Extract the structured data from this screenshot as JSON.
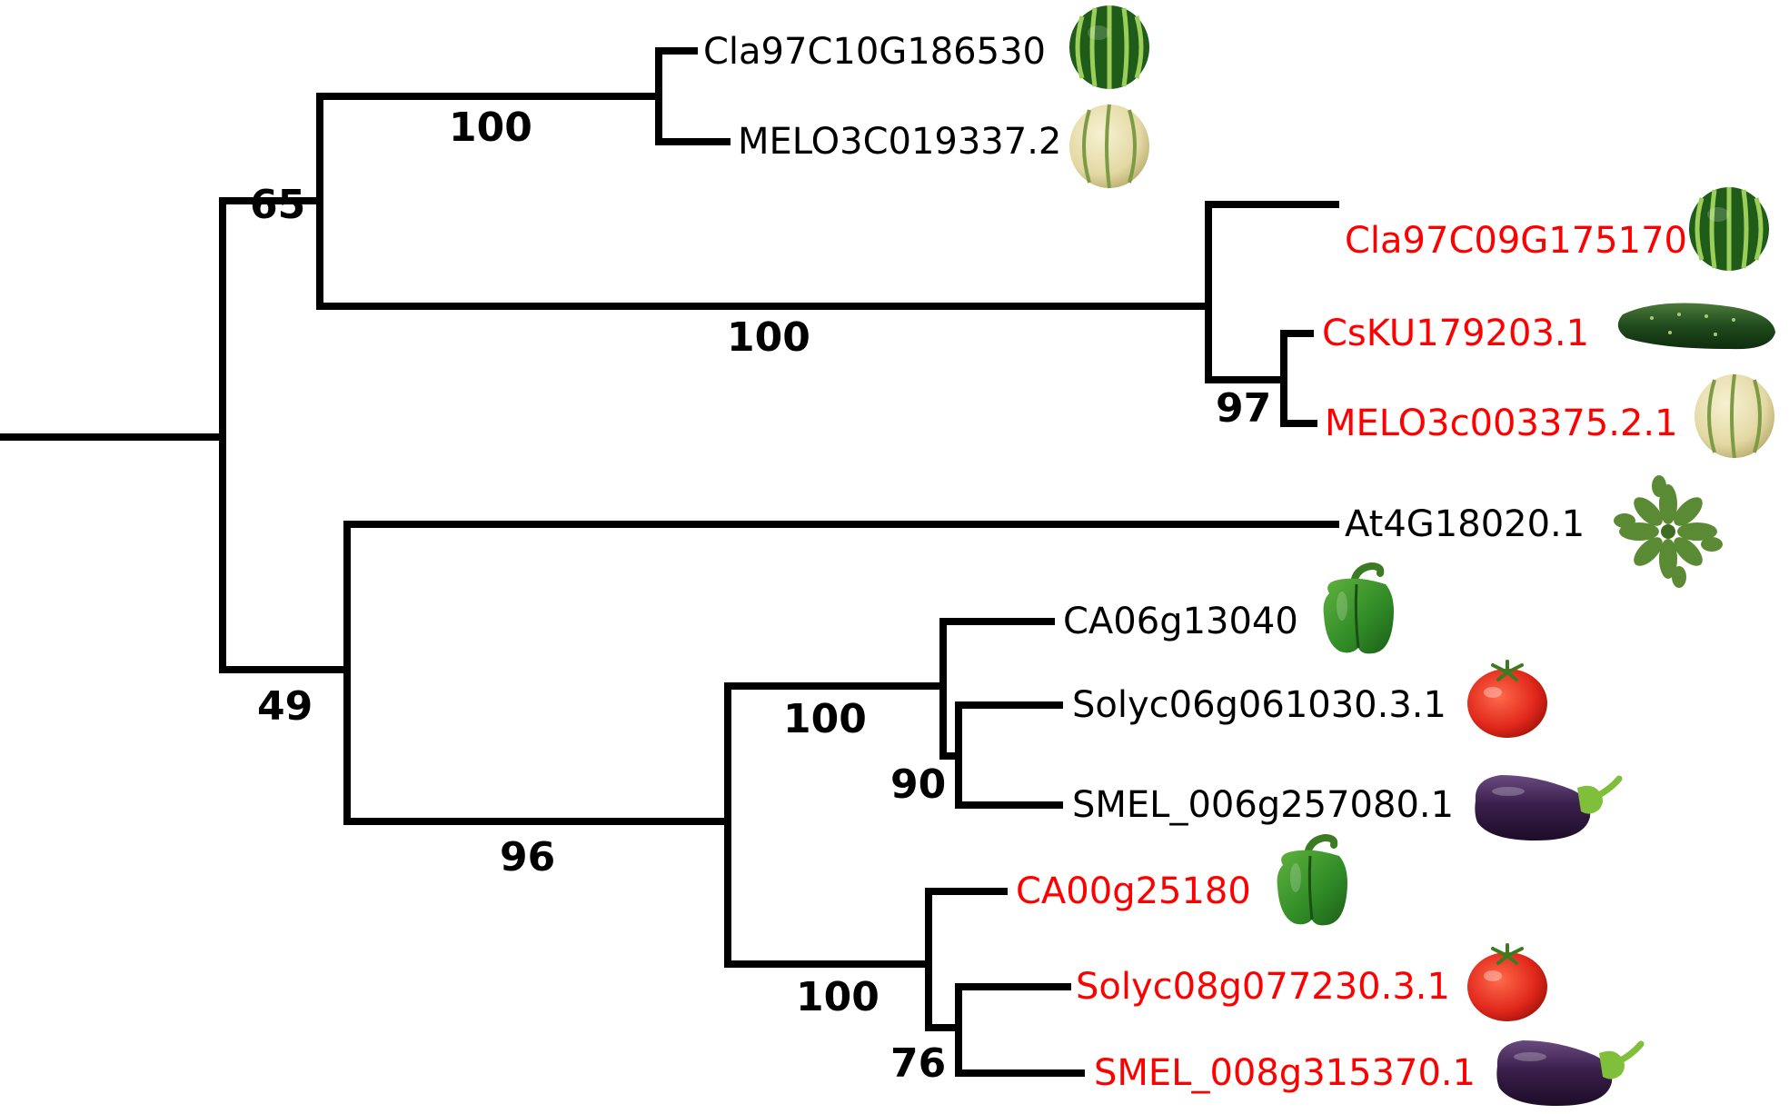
{
  "tree": {
    "leaves": {
      "cla97c10": "Cla97C10G186530",
      "melo3c019337": "MELO3C019337.2",
      "cla97c09": "Cla97C09G175170",
      "csku179203": "CsKU179203.1",
      "melo3c003375": "MELO3c003375.2.1",
      "at4g18020": "At4G18020.1",
      "ca06g13040": "CA06g13040",
      "solyc06g061030": "Solyc06g061030.3.1",
      "smel006g257080": "SMEL_006g257080.1",
      "ca00g25180": "CA00g25180",
      "solyc08g077230": "Solyc08g077230.3.1",
      "smel008g315370": "SMEL_008g315370.1"
    },
    "support": {
      "n65": "65",
      "n100_top": "100",
      "n100_mid": "100",
      "n97": "97",
      "n49": "49",
      "n96": "96",
      "n100_solan1": "100",
      "n90": "90",
      "n100_solan2": "100",
      "n76": "76"
    }
  },
  "colors": {
    "branch": "#000000",
    "highlight_label": "#ff0000",
    "normal_label": "#000000"
  },
  "icons": {
    "cla97c10": "watermelon-icon",
    "melo3c019337": "melon-icon",
    "cla97c09": "watermelon-icon",
    "csku179203": "cucumber-icon",
    "melo3c003375": "melon-icon",
    "at4g18020": "arabidopsis-rosette-icon",
    "ca06g13040": "pepper-icon",
    "solyc06g061030": "tomato-icon",
    "smel006g257080": "eggplant-icon",
    "ca00g25180": "pepper-icon",
    "solyc08g077230": "tomato-icon",
    "smel008g315370": "eggplant-icon"
  }
}
